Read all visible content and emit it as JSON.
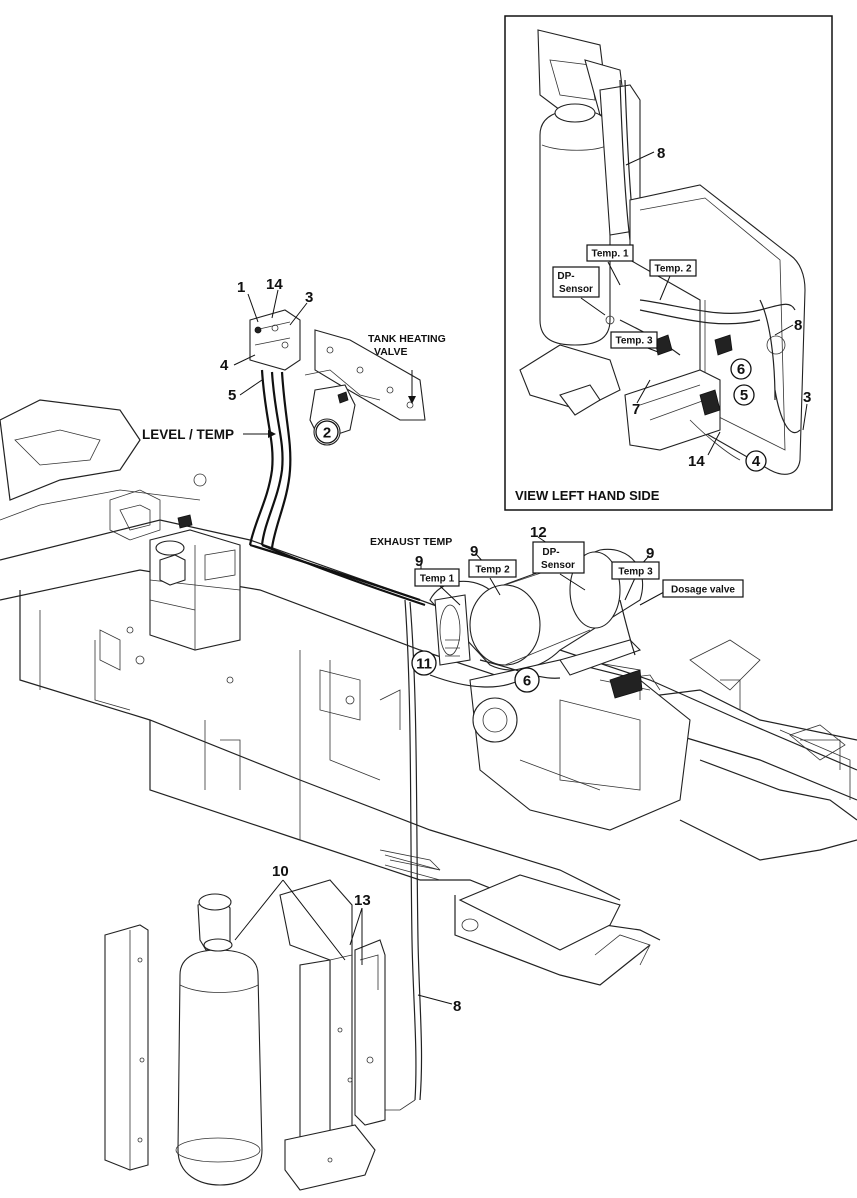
{
  "inset": {
    "view_label": "VIEW LEFT HAND SIDE"
  },
  "labels": {
    "tank_heating_valve_1": "TANK HEATING",
    "tank_heating_valve_2": "VALVE",
    "level_temp": "LEVEL / TEMP",
    "exhaust_temp": "EXHAUST TEMP"
  },
  "boxes": {
    "temp1_main": "Temp 1",
    "temp2_main": "Temp 2",
    "dp_sensor_main_1": "DP-",
    "dp_sensor_main_2": "Sensor",
    "temp3_main": "Temp 3",
    "dosage_valve": "Dosage valve",
    "temp1_inset": "Temp. 1",
    "temp2_inset": "Temp. 2",
    "temp3_inset": "Temp. 3",
    "dp_sensor_inset_1": "DP-",
    "dp_sensor_inset_2": "Sensor"
  },
  "callouts": {
    "c1": "1",
    "c14_top": "14",
    "c3_top": "3",
    "c4_top": "4",
    "c5_top": "5",
    "c2_circle": "2",
    "c8_inset_top": "8",
    "c8_inset_right": "8",
    "c6_inset": "6",
    "c5_inset": "5",
    "c3_inset": "3",
    "c7_inset": "7",
    "c14_inset": "14",
    "c4_inset": "4",
    "c9_a": "9",
    "c9_b": "9",
    "c9_c": "9",
    "c12": "12",
    "c11_circle": "11",
    "c6_circle": "6",
    "c10": "10",
    "c13": "13",
    "c8_bottom": "8"
  }
}
